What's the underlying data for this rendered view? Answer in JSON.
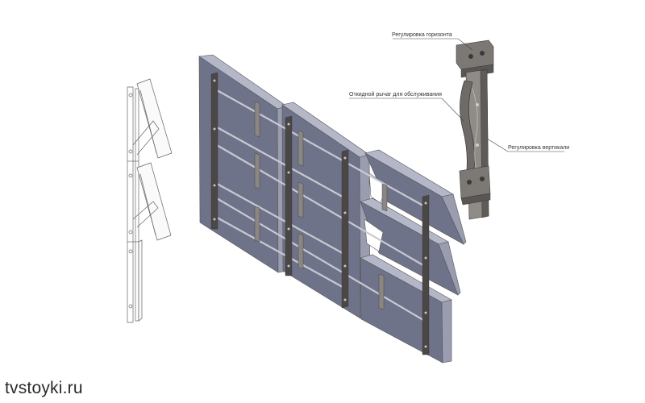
{
  "labels": {
    "horizontal_adjust": "Регулировка горизонта",
    "service_lever": "Откидной рычаг для обслуживания",
    "vertical_adjust": "Регулировка вертикали"
  },
  "watermark": "tvstoyki.ru",
  "colors": {
    "panel_face": "#6f7389",
    "panel_edge": "#9a9db0",
    "panel_top": "#b4b7c7",
    "rail": "#c8c9d2",
    "bracket": "#4a4746",
    "bracket_light": "#8a8682",
    "outline": "#555555",
    "leader": "#444444"
  },
  "icons": [
    "side-view-sketch",
    "video-wall-assembly",
    "mount-detail"
  ]
}
